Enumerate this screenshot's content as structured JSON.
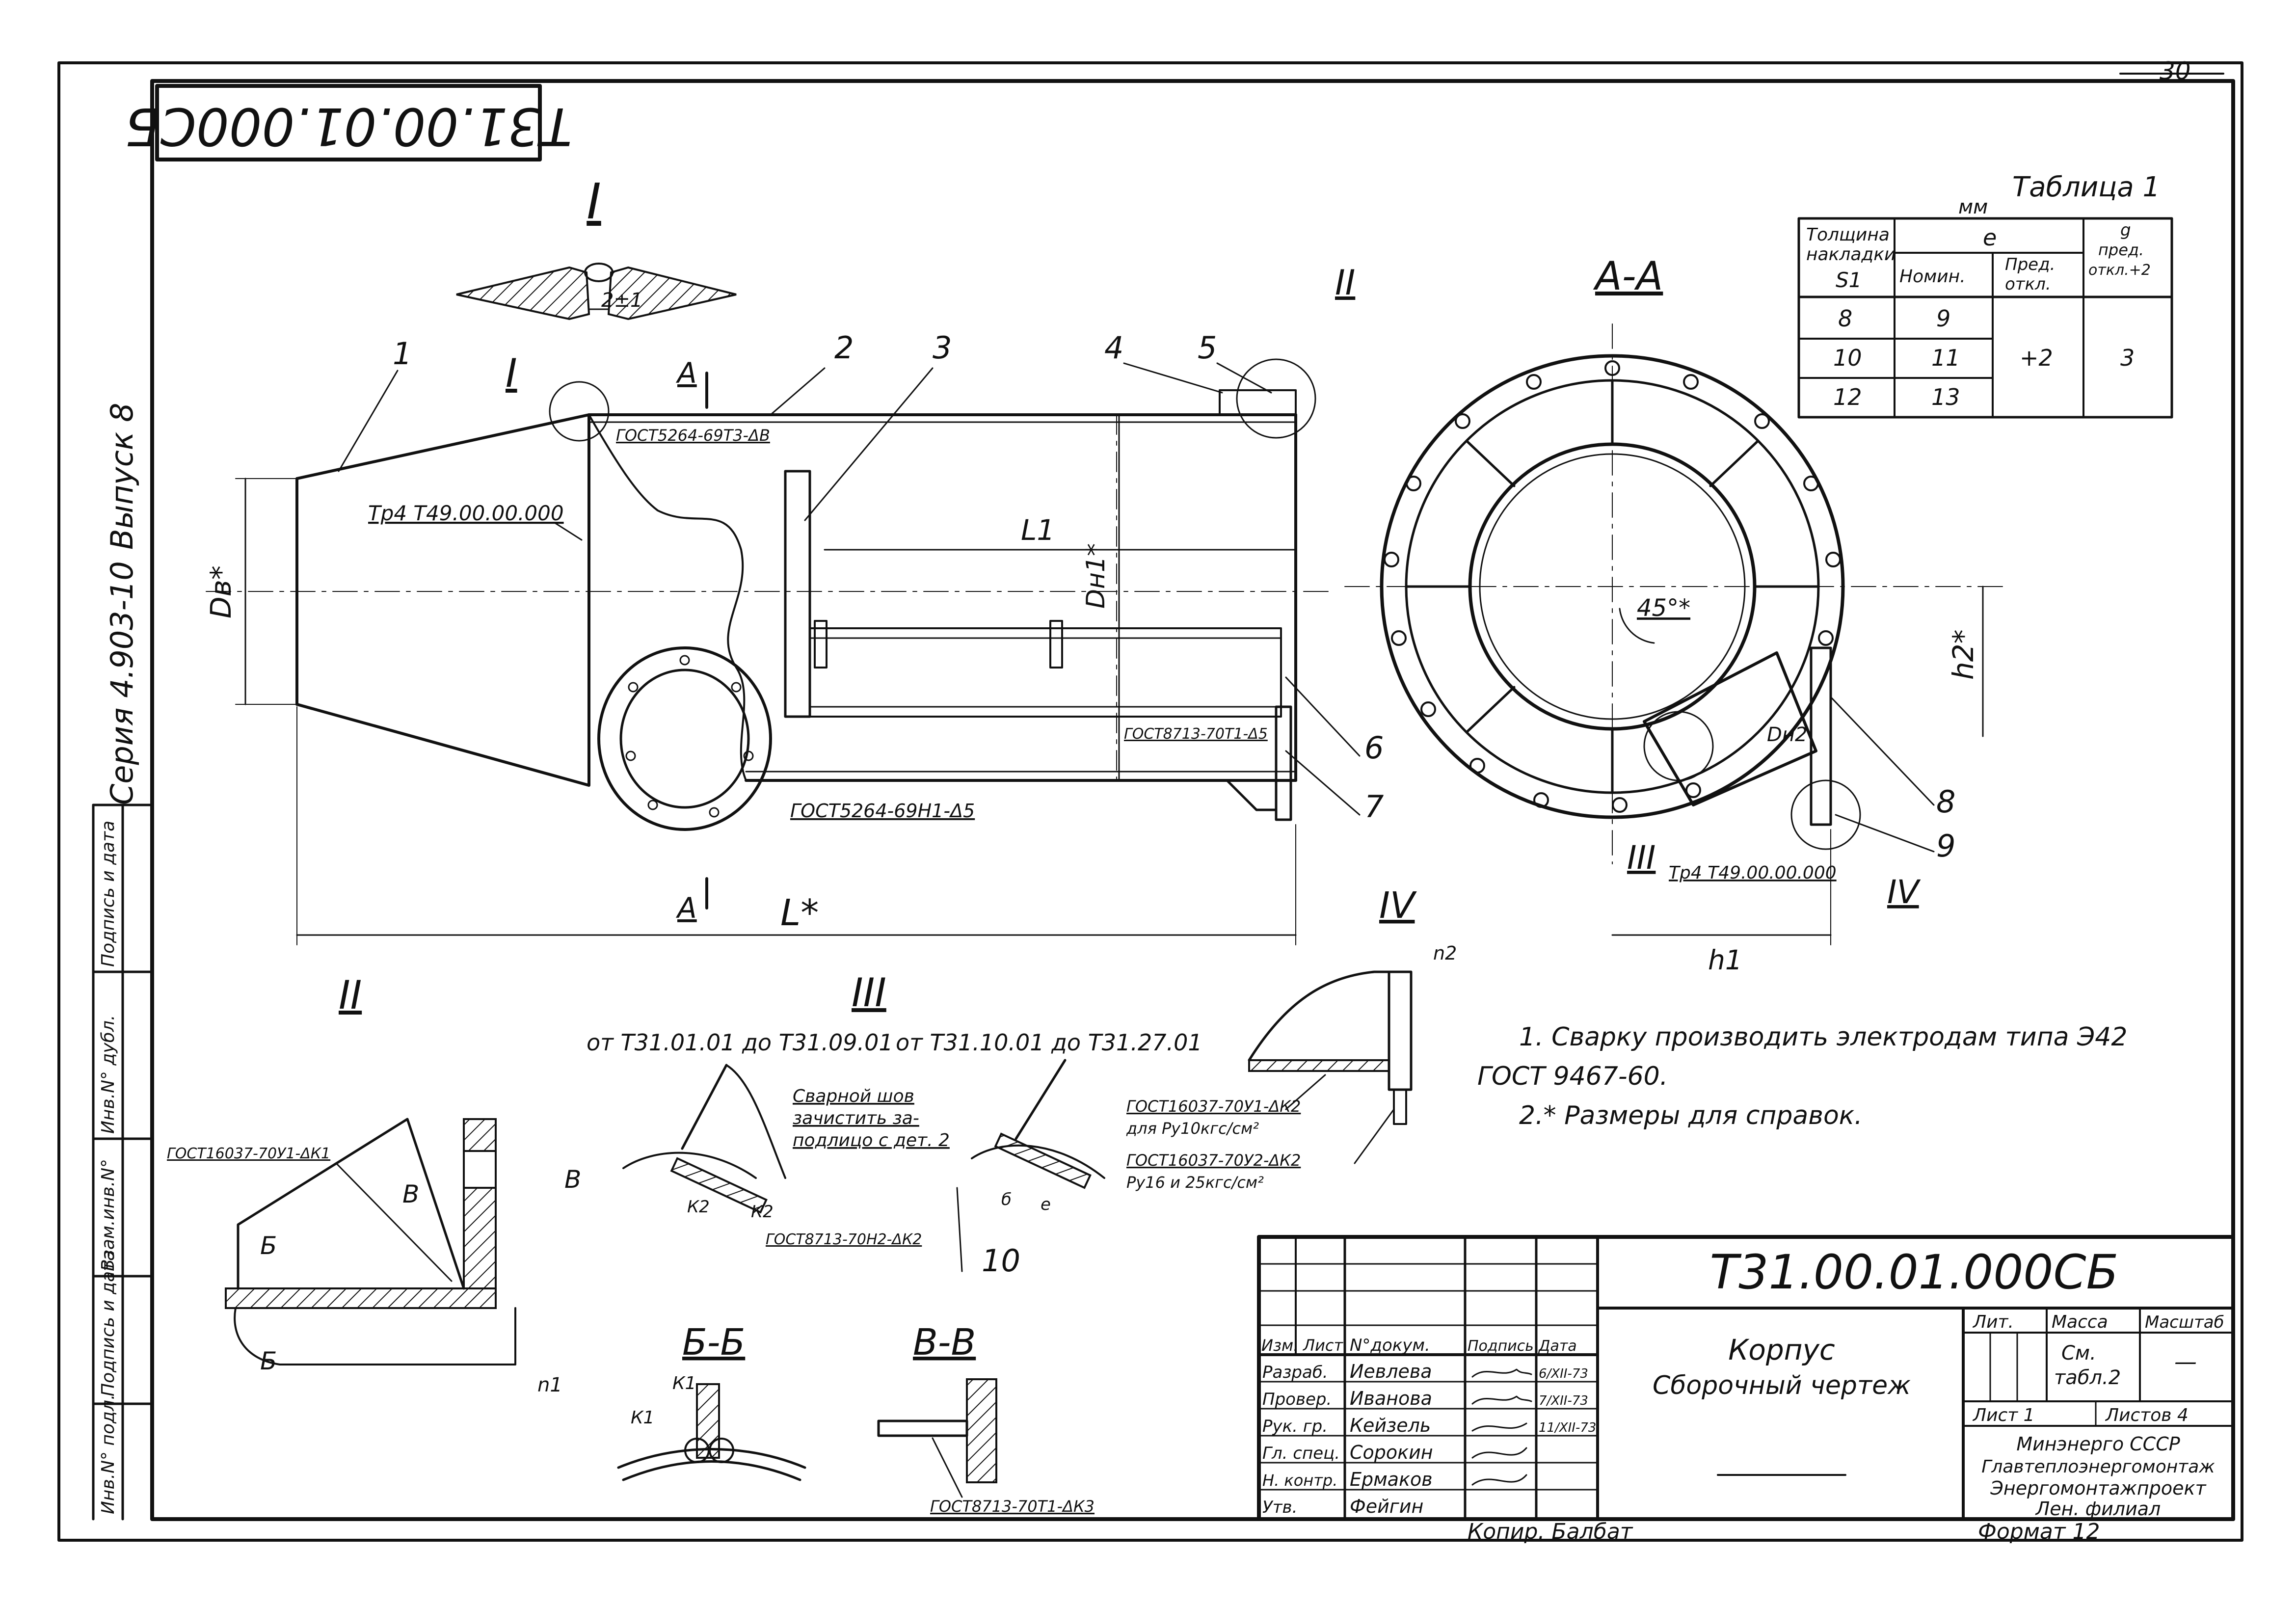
{
  "sheet": {
    "page_number": "30",
    "code_rotated": "T31.00.01.000СБ",
    "series": "Серия 4.903-10",
    "issue": "Выпуск 8"
  },
  "views": {
    "main_detail": "I",
    "detail_II_mark": "II",
    "section_aa": "А-А",
    "section_a_mark": "А",
    "detail_II": "II",
    "detail_III": "III",
    "detail_IV": "IV",
    "section_bb": "Б-Б",
    "section_vv": "В-В",
    "range_1": "от T31.01.01 до T31.09.01",
    "range_2": "от T31.10.01 до T31.27.01"
  },
  "labels": {
    "gap": "2±1",
    "d_v": "Dв*",
    "d_n1": "Dн1*",
    "d_n2": "Dн2",
    "l1": "L1",
    "l": "L*",
    "h1": "h1",
    "h2": "h2*",
    "angle": "45°*",
    "weld_1": "ГОСТ5264-69Т3-ΔВ",
    "weld_2": "ГОСТ5264-69Н1-Δ5",
    "weld_3": "ГОСТ8713-70Т1-Δ5",
    "weld_4": "ГОСТ16037-70У1-ΔК1",
    "weld_5": "ГОСТ8713-70Н2-ΔК2",
    "weld_6": "ГОСТ16037-70У1-ΔК2",
    "weld_7": "ГОСТ16037-70У2-ΔК2",
    "weld_8": "ГОСТ8713-70Т1-ΔК3",
    "ref_tr": "Тр4 Т49.00.00.000",
    "ref_tr_2": "Тр4 Т49.00.00.000",
    "pressure_1": "для Ру10кгс/см²",
    "pressure_2": "Ру16 и 25кгс/см²",
    "seam_note": [
      "Сварной шов",
      "зачистить за-",
      "подлицо с дет. 2"
    ],
    "k1": "К1",
    "k2": "К2",
    "n1": "n1",
    "n2": "n2",
    "e": "e",
    "b": "б",
    "mark_b": "Б",
    "mark_v": "В"
  },
  "positions": [
    "1",
    "2",
    "3",
    "4",
    "5",
    "6",
    "7",
    "8",
    "9",
    "10"
  ],
  "table1": {
    "title": "Таблица 1",
    "unit": "мм",
    "col1": [
      "Толщина",
      "накладки",
      "S1"
    ],
    "col_e": "e",
    "col_nom": "Номин.",
    "col_dev": [
      "Пред.",
      "откл."
    ],
    "col_g": [
      "g",
      "пред.",
      "откл.+2"
    ],
    "rows": [
      {
        "s": "8",
        "nom": "9"
      },
      {
        "s": "10",
        "nom": "11"
      },
      {
        "s": "12",
        "nom": "13"
      }
    ],
    "dev_value": "+2",
    "g_value": "3"
  },
  "notes": [
    "1. Сварку производить электродам типа Э42",
    "ГОСТ 9467-60.",
    "2.* Размеры для справок."
  ],
  "left_strip": [
    "Инв.N° подл.",
    "Подпись и дата",
    "Взам.инв.N°",
    "Инв.N° дубл.",
    "Подпись и дата"
  ],
  "title_block": {
    "code": "T31.00.01.000СБ",
    "name_1": "Корпус",
    "name_2": "Сборочный чертеж",
    "lit": "Лит.",
    "mass": "Масса",
    "scale": "Масштаб",
    "mass_value": [
      "См.",
      "табл.2"
    ],
    "scale_value": "—",
    "sheet": "Лист 1",
    "sheets": "Листов 4",
    "org": [
      "Минэнерго СССР",
      "Главтеплоэнергомонтаж",
      "Энергомонтажпроект",
      "Лен. филиал"
    ],
    "header": [
      "Изм.",
      "Лист",
      "N°докум.",
      "Подпись",
      "Дата"
    ],
    "roles": [
      "Разраб.",
      "Провер.",
      "Рук. гр.",
      "Гл. спец.",
      "Н. контр.",
      "Утв."
    ],
    "names": [
      "Иевлева",
      "Иванова",
      "Кейзель",
      "Сорокин",
      "Ермаков",
      "Фейгин"
    ],
    "dates": [
      "6/XII-73",
      "7/XII-73",
      "11/XII-73"
    ],
    "copy": "Копир. Балбат",
    "format": "Формат 12"
  }
}
